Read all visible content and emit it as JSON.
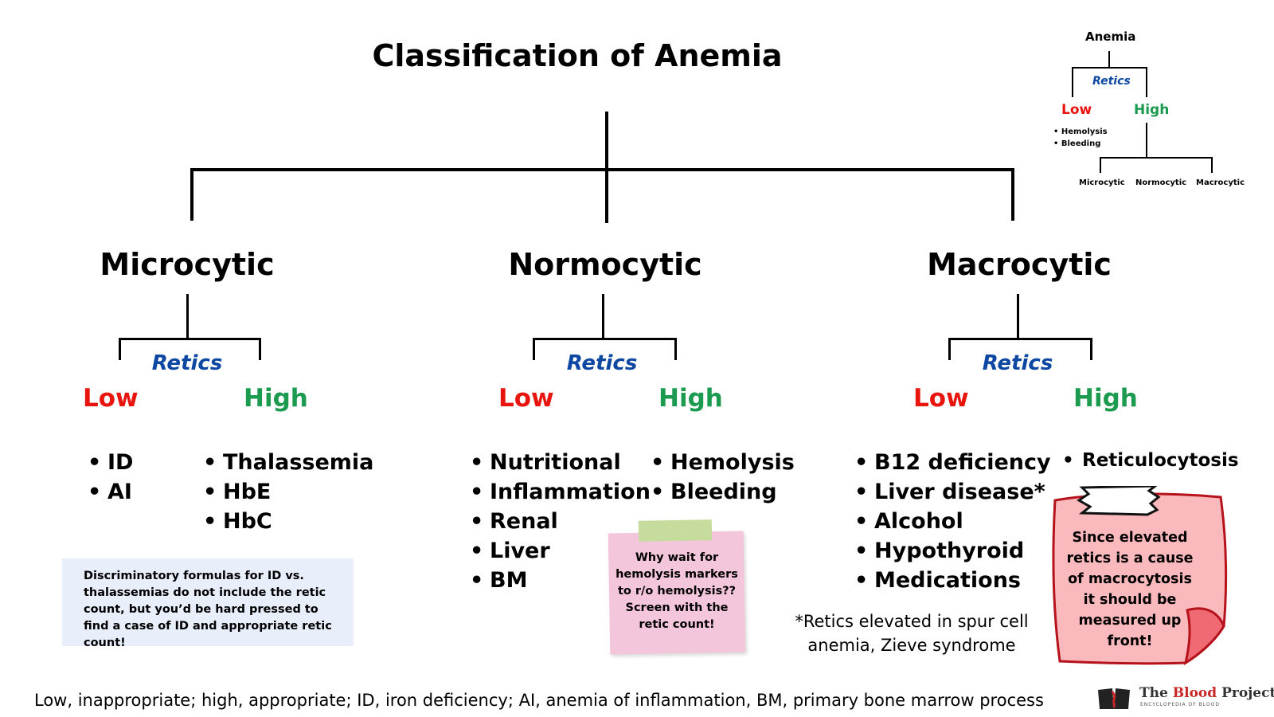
{
  "title": "Classification of Anemia",
  "categories": [
    {
      "name": "Microcytic",
      "retics": "Retics",
      "low": "Low",
      "high": "High",
      "low_items": [
        "ID",
        "AI"
      ],
      "high_items": [
        "Thalassemia",
        "HbE",
        "HbC"
      ]
    },
    {
      "name": "Normocytic",
      "retics": "Retics",
      "low": "Low",
      "high": "High",
      "low_items": [
        "Nutritional",
        "Inflammation",
        "Renal",
        "Liver",
        "BM"
      ],
      "high_items": [
        "Hemolysis",
        "Bleeding"
      ]
    },
    {
      "name": "Macrocytic",
      "retics": "Retics",
      "low": "Low",
      "high": "High",
      "low_items": [
        "B12 deficiency",
        "Liver disease*",
        "Alcohol",
        "Hypothyroid",
        "Medications"
      ],
      "high_items": [
        "Reticulocytosis"
      ]
    }
  ],
  "notes": {
    "discriminatory": "Discriminatory formulas for ID vs. thalassemias do not include the retic count, but  you’d be hard pressed to find a case of ID and appropriate retic count!",
    "why_wait": "Why wait for hemolysis markers to r/o hemolysis?? Screen with the retic count!",
    "footnote": "*Retics elevated in spur cell anemia, Zieve syndrome",
    "since_elevated": "Since elevated retics is a cause of macrocytosis it should be measured up front!"
  },
  "mini_tree": {
    "root": "Anemia",
    "retics": "Retics",
    "low": "Low",
    "high": "High",
    "low_items": [
      "Hemolysis",
      "Bleeding"
    ],
    "children": [
      "Microcytic",
      "Normocytic",
      "Macrocytic"
    ]
  },
  "footer": "Low, inappropriate; high, appropriate; ID, iron deficiency; AI, anemia of inflammation, BM, primary bone marrow process",
  "logo": {
    "the": "The",
    "blood": "Blood",
    "project": "Project",
    "subtitle": "ENCYCLOPEDIA OF BLOOD"
  },
  "colors": {
    "retics": "#0d47a1",
    "low": "#e8140e",
    "high": "#1b9a50",
    "blue_note_bg": "#e8eefa",
    "pink_sticky_bg": "#f3c6dc",
    "tape": "#c5dc9d",
    "red_note_bg": "#f9b9bd",
    "red_note_border": "#b5121b"
  },
  "icons": [
    "book-icon"
  ]
}
